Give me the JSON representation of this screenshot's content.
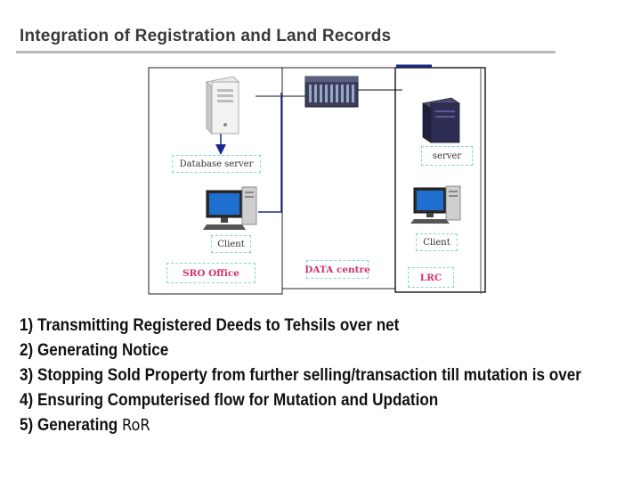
{
  "title": "Integration of Registration and Land Records",
  "diagram": {
    "labels": {
      "database_server": "Database server",
      "client_left": "Client",
      "sro_office": "SRO Office",
      "data_centre": "DATA centre",
      "server_right": "server",
      "client_right": "Client",
      "lrc": "LRC"
    }
  },
  "points": [
    "1) Transmitting Registered Deeds to Tehsils over net",
    "2) Generating Notice",
    "3) Stopping Sold Property from further selling/transaction till mutation is over",
    "4) Ensuring Computerised flow for Mutation and Updation",
    "5) Generating"
  ],
  "points_suffix": "RoR",
  "colors": {
    "dashed_border": "#7fd8d0",
    "connector": "#1a2a8a",
    "label_red": "#d0336a"
  }
}
